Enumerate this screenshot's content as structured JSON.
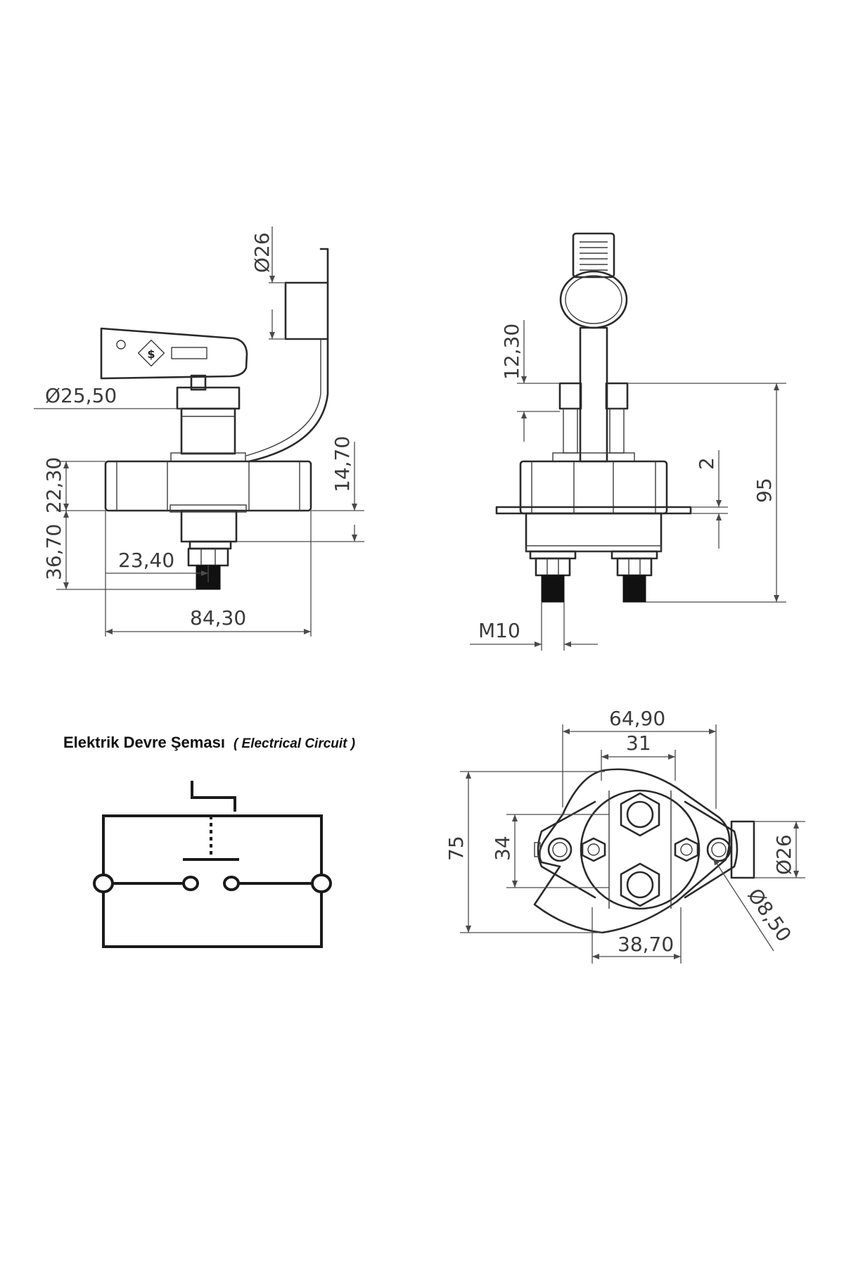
{
  "side_view": {
    "dims": {
      "cap_diameter": "Ø26",
      "collar_diameter": "Ø25,50",
      "flange_upper": "22,30",
      "flange_height": "14,70",
      "below_flange": "36,70",
      "terminal_offset": "23,40",
      "overall_width": "84,30"
    }
  },
  "front_view": {
    "dims": {
      "key_offset": "12,30",
      "flange_thickness": "2",
      "overall_height": "95",
      "thread": "M10"
    }
  },
  "bottom_view": {
    "dims": {
      "overall_width": "64,90",
      "stud_spacing": "31",
      "overall_depth": "75",
      "hole_spacing": "34",
      "cap_diameter": "Ø26",
      "hole_diameter": "Ø8,50",
      "body_width": "38,70"
    }
  },
  "circuit": {
    "title": "Elektrik Devre Şeması",
    "subtitle": "( Electrical Circuit )"
  }
}
